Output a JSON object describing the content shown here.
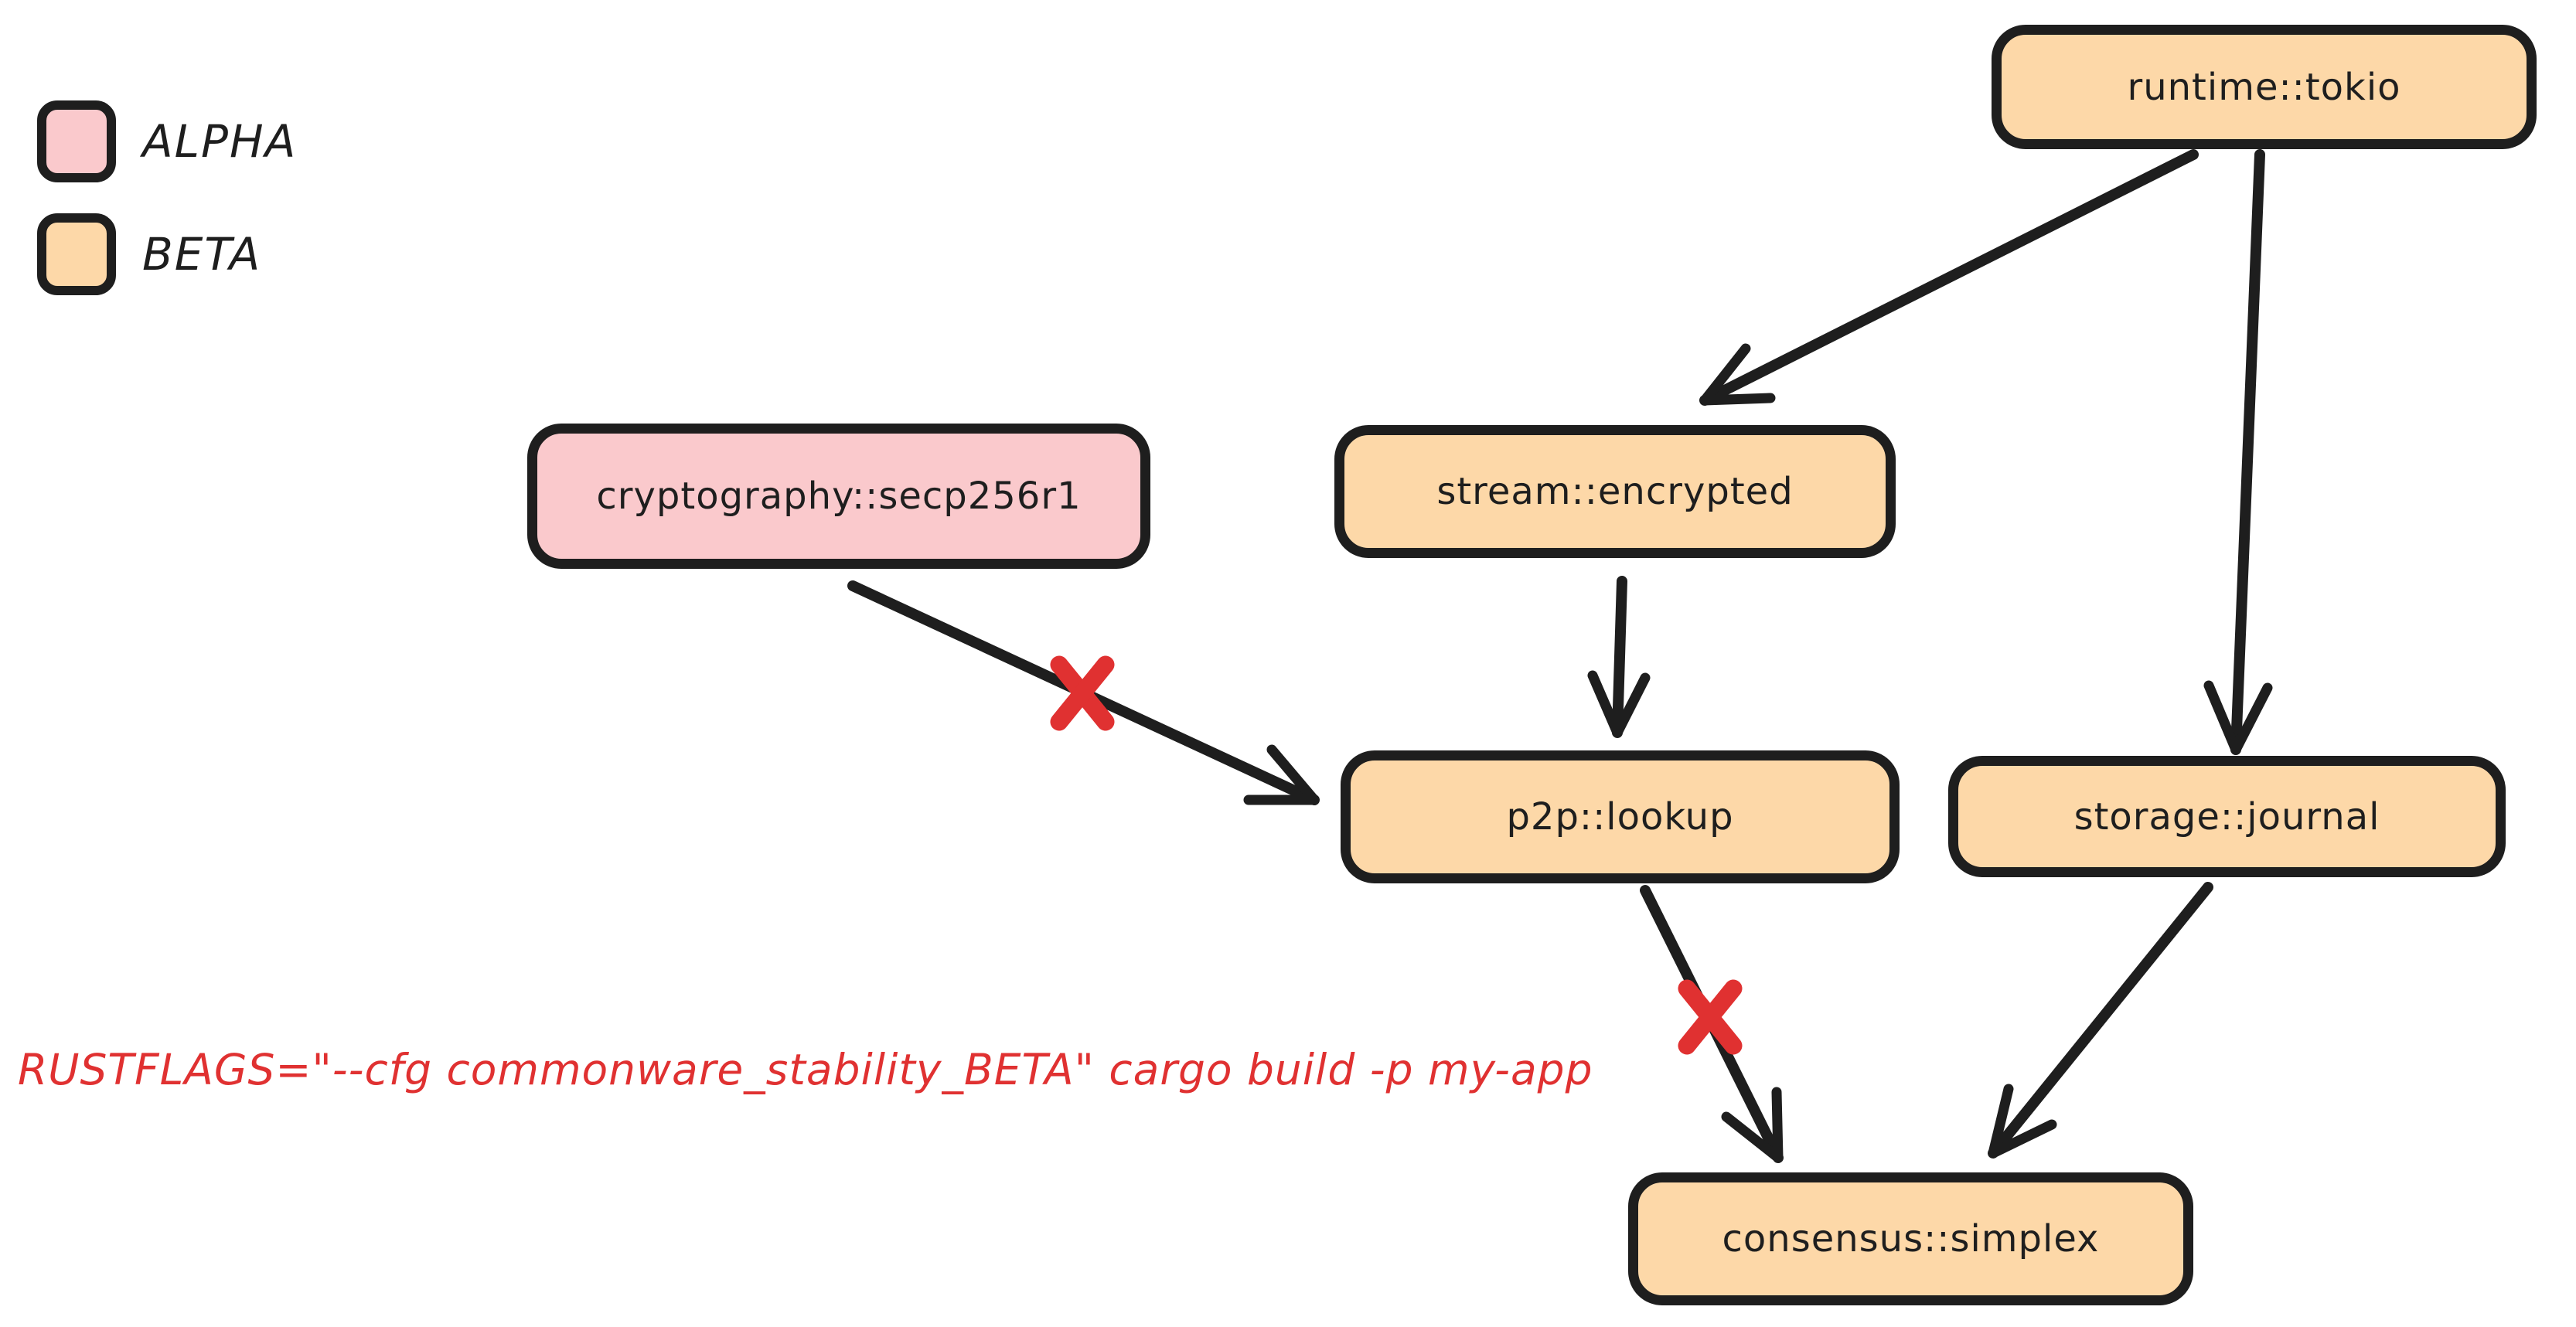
{
  "legend": {
    "items": [
      {
        "label": "ALPHA",
        "stability": "ALPHA",
        "fill": "#fac9cc"
      },
      {
        "label": "BETA",
        "stability": "BETA",
        "fill": "#fdd8a8"
      }
    ]
  },
  "nodes": [
    {
      "label": "runtime::tokio",
      "stability": "BETA"
    },
    {
      "label": "cryptography::secp256r1",
      "stability": "ALPHA"
    },
    {
      "label": "stream::encrypted",
      "stability": "BETA"
    },
    {
      "label": "p2p::lookup",
      "stability": "BETA"
    },
    {
      "label": "storage::journal",
      "stability": "BETA"
    },
    {
      "label": "consensus::simplex",
      "stability": "BETA"
    }
  ],
  "edges": [
    {
      "from": "runtime::tokio",
      "to": "stream::encrypted",
      "blocked": false
    },
    {
      "from": "runtime::tokio",
      "to": "storage::journal",
      "blocked": false
    },
    {
      "from": "stream::encrypted",
      "to": "p2p::lookup",
      "blocked": false
    },
    {
      "from": "cryptography::secp256r1",
      "to": "p2p::lookup",
      "blocked": true
    },
    {
      "from": "p2p::lookup",
      "to": "consensus::simplex",
      "blocked": true
    },
    {
      "from": "storage::journal",
      "to": "consensus::simplex",
      "blocked": false
    }
  ],
  "command": {
    "text": "RUSTFLAGS=\"--cfg commonware_stability_BETA\" cargo build -p my-app"
  },
  "colors": {
    "alpha_fill": "#fac9cc",
    "beta_fill": "#fdd8a8",
    "stroke": "#1e1e1e",
    "blocked": "#e03131",
    "background": "#ffffff"
  }
}
